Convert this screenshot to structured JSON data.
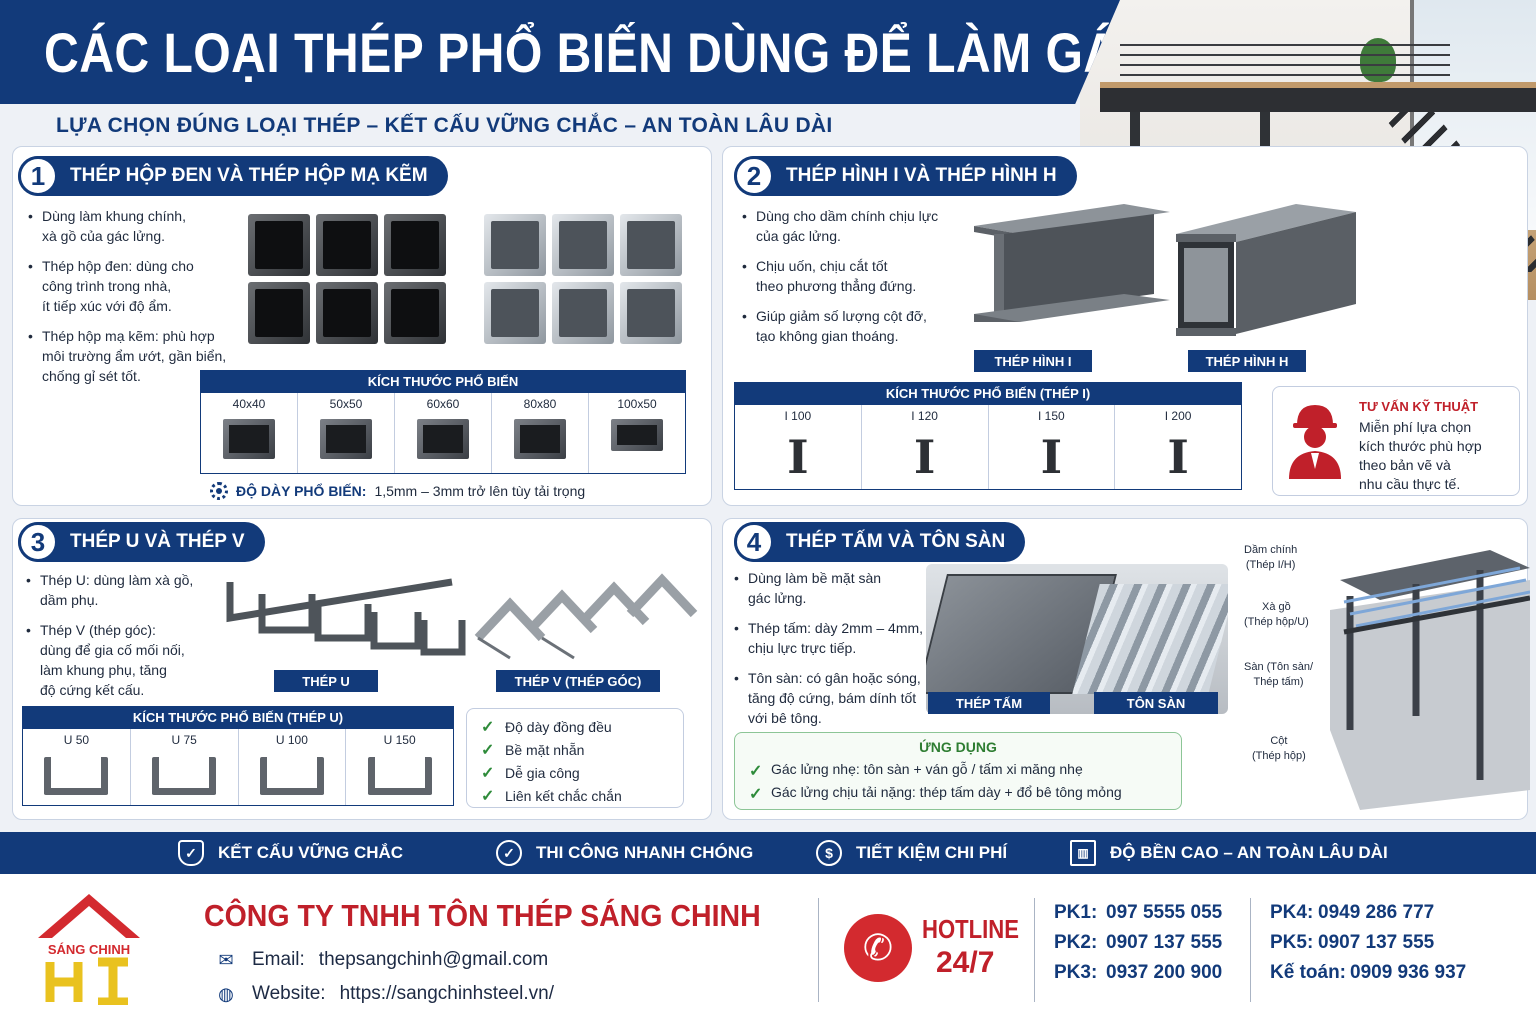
{
  "header": {
    "title": "CÁC LOẠI THÉP PHỔ BIẾN DÙNG ĐỂ LÀM GÁC LỬNG",
    "subtitle": "LỰA CHỌN ĐÚNG LOẠI THÉP – KẾT CẤU VỮNG CHẮC – AN TOÀN LÂU DÀI"
  },
  "section1": {
    "number": "1",
    "title": "THÉP HỘP ĐEN VÀ THÉP HỘP MẠ KẼM",
    "bullets": [
      "Dùng làm khung chính,\nxà gồ của gác lửng.",
      "Thép hộp đen: dùng cho\ncông trình trong nhà,\nít tiếp xúc với độ ẩm.",
      "Thép hộp mạ kẽm: phù hợp\nmôi trường ẩm ướt, gần biển,\nchống gỉ sét tốt."
    ],
    "table_title": "KÍCH THƯỚC PHỔ BIẾN",
    "sizes": [
      "40x40",
      "50x50",
      "60x60",
      "80x80",
      "100x50"
    ],
    "thickness_label": "ĐỘ DÀY PHỔ BIẾN:",
    "thickness_value": "1,5mm – 3mm trở lên tùy tải trọng"
  },
  "section2": {
    "number": "2",
    "title": "THÉP HÌNH I VÀ THÉP HÌNH H",
    "bullets": [
      "Dùng cho dầm chính chịu lực\ncủa gác lửng.",
      "Chịu uốn, chịu cắt tốt\ntheo phương thẳng đứng.",
      "Giúp giảm số lượng cột đỡ,\ntạo không gian thoáng."
    ],
    "label_i": "THÉP HÌNH I",
    "label_h": "THÉP HÌNH H",
    "table_title": "KÍCH THƯỚC PHỔ BIẾN (THÉP I)",
    "sizes": [
      "I 100",
      "I 120",
      "I 150",
      "I 200"
    ],
    "consult_title": "TƯ VẤN KỸ THUẬT",
    "consult_text": "Miễn phí lựa chọn\nkích thước phù hợp\ntheo bản vẽ và\nnhu cầu thực tế."
  },
  "section3": {
    "number": "3",
    "title": "THÉP U VÀ THÉP V",
    "bullets": [
      "Thép U: dùng làm xà gồ,\ndầm phụ.",
      "Thép V (thép góc):\ndùng để gia cố mối nối,\nlàm khung phụ, tăng\nđộ cứng kết cấu."
    ],
    "label_u": "THÉP U",
    "label_v": "THÉP V (THÉP GÓC)",
    "table_title": "KÍCH THƯỚC PHỔ BIẾN (THÉP U)",
    "sizes": [
      "U 50",
      "U 75",
      "U 100",
      "U 150"
    ],
    "checks": [
      "Độ dày đồng đều",
      "Bề mặt nhẵn",
      "Dễ gia công",
      "Liên kết chắc chắn"
    ]
  },
  "section4": {
    "number": "4",
    "title": "THÉP TẤM VÀ TÔN SÀN",
    "bullets": [
      "Dùng làm bề mặt sàn\ngác lửng.",
      "Thép tấm: dày 2mm – 4mm,\nchịu lực trực tiếp.",
      "Tôn sàn: có gân hoặc sóng,\ntăng độ cứng, bám dính tốt\nvới bê tông."
    ],
    "label_plate": "THÉP TẤM",
    "label_deck": "TÔN SÀN",
    "apply_title": "ỨNG DỤNG",
    "apply_lines": [
      "Gác lửng nhẹ: tôn sàn + ván gỗ / tấm xi măng nhẹ",
      "Gác lửng chịu tải nặng: thép tấm dày + đổ bê tông mỏng"
    ],
    "annotations": [
      "Dầm chính\n(Thép I/H)",
      "Xà gồ\n(Thép hộp/U)",
      "Sàn (Tôn sàn/\nThép tấm)",
      "Cột\n(Thép hộp)"
    ]
  },
  "benefits": [
    {
      "icon": "shield-check-icon",
      "label": "KẾT CẤU VỮNG CHẮC"
    },
    {
      "icon": "check-circle-icon",
      "label": "THI CÔNG NHANH CHÓNG"
    },
    {
      "icon": "dollar-icon",
      "label": "TIẾT KIỆM CHI PHÍ"
    },
    {
      "icon": "building-icon",
      "label": "ĐỘ BỀN CAO – AN TOÀN LÂU DÀI"
    }
  ],
  "footer": {
    "logo_text": "SÁNG CHINH",
    "company": "CÔNG TY TNHH TÔN THÉP SÁNG CHINH",
    "email_label": "Email:",
    "email": "thepsangchinh@gmail.com",
    "website_label": "Website:",
    "website": "https://sangchinhsteel.vn/",
    "hotline_label": "HOTLINE",
    "hotline_hours": "24/7",
    "phones_left": [
      {
        "label": "PK1:",
        "number": "097 5555 055"
      },
      {
        "label": "PK2:",
        "number": "0907 137 555"
      },
      {
        "label": "PK3:",
        "number": "0937 200 900"
      }
    ],
    "phones_right": [
      {
        "label": "PK4:",
        "number": "0949 286 777"
      },
      {
        "label": "PK5:",
        "number": "0907 137 555"
      },
      {
        "label": "Kế toán:",
        "number": "0909 936 937"
      }
    ]
  },
  "colors": {
    "primary": "#123a7a",
    "accent_red": "#c0202a",
    "success": "#2e8b3a"
  }
}
